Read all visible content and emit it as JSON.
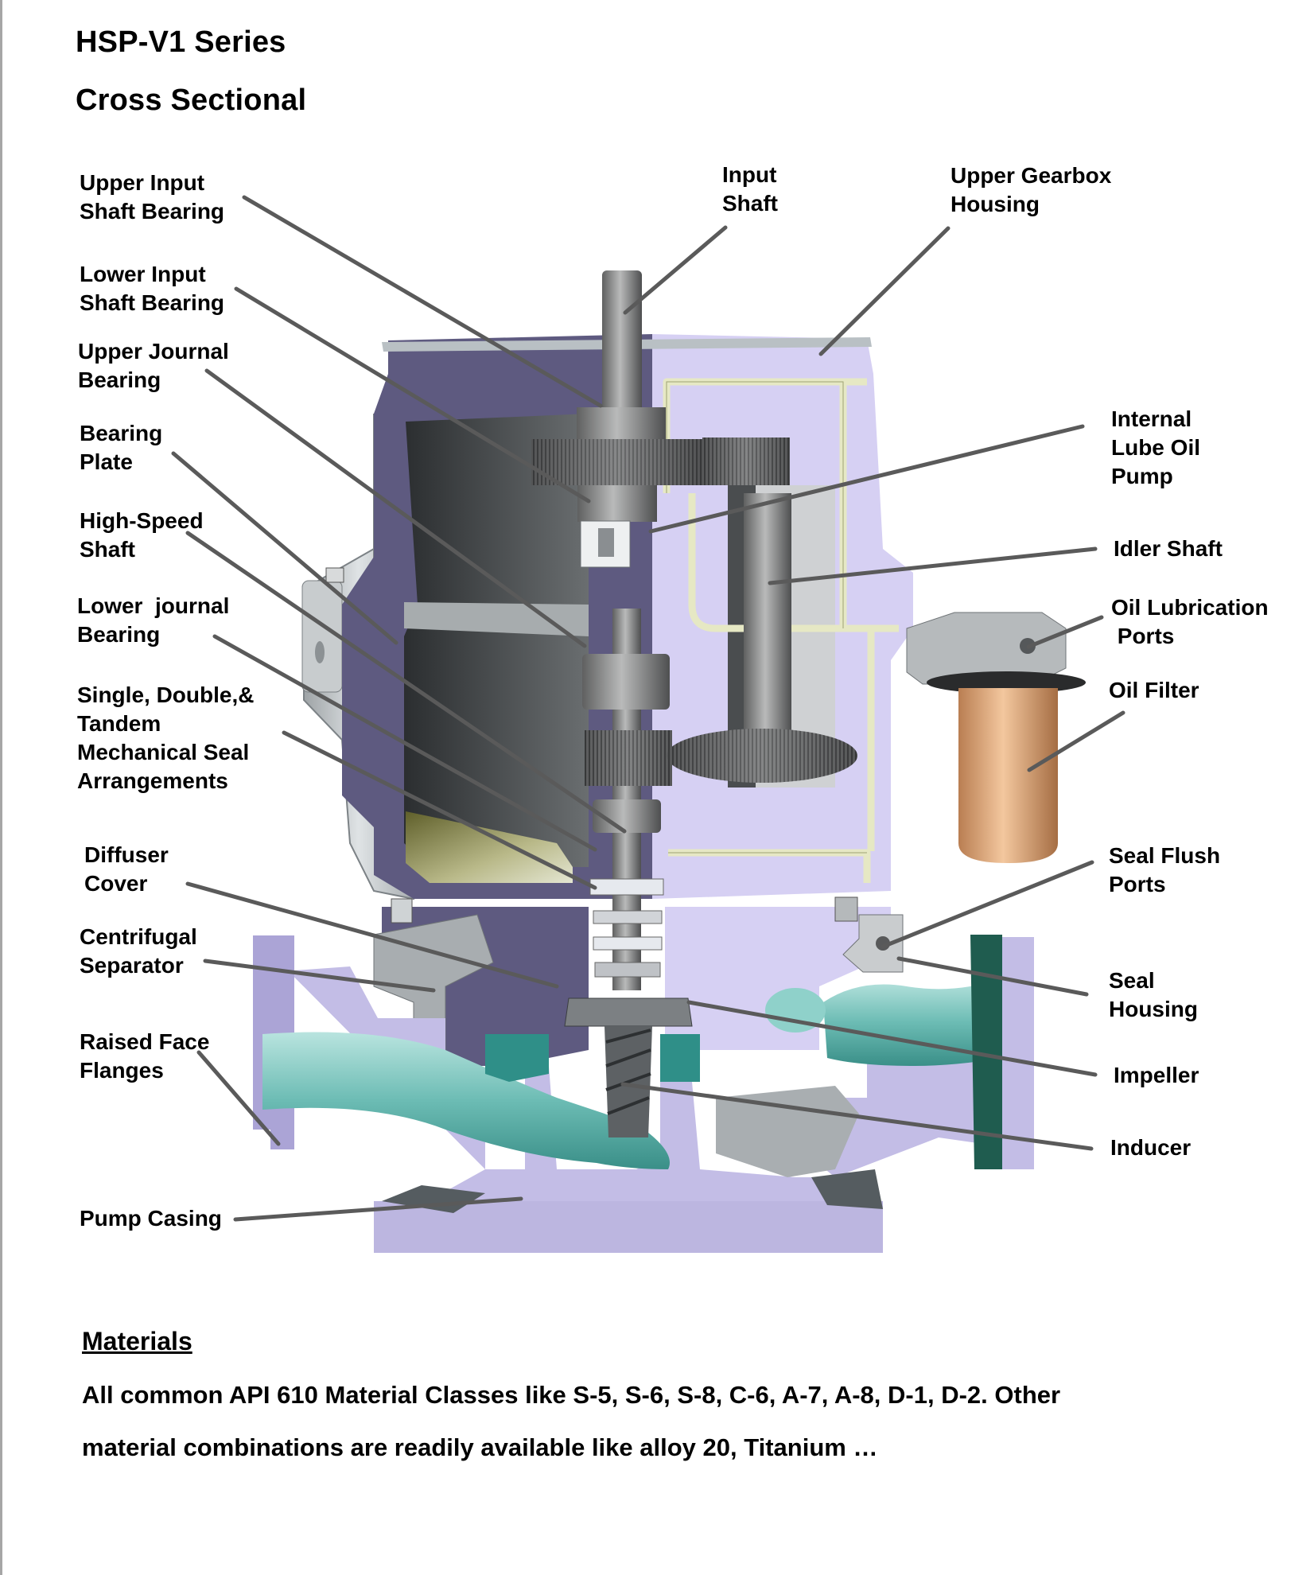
{
  "header": {
    "title_line1": "HSP-V1 Series",
    "title_line2": "Cross Sectional"
  },
  "diagram": {
    "subject": "vertical high-speed centrifugal pump cross-section",
    "colors": {
      "casing_section": "#c3bde6",
      "gearbox_section_dark": "#5e5a80",
      "fluid_passage": "#6fc3bb",
      "shaft_metal": "#8f9090",
      "lube_tubing": "#e6e8c4",
      "oil_filter": "#e2a978",
      "leader_line": "#5a5a5a"
    },
    "labels_left": [
      {
        "id": "upper-input-shaft-bearing",
        "text": "Upper Input\nShaft Bearing"
      },
      {
        "id": "lower-input-shaft-bearing",
        "text": "Lower Input\nShaft Bearing"
      },
      {
        "id": "upper-journal-bearing",
        "text": "Upper Journal\nBearing"
      },
      {
        "id": "bearing-plate",
        "text": "Bearing\nPlate"
      },
      {
        "id": "high-speed-shaft",
        "text": "High-Speed\nShaft"
      },
      {
        "id": "lower-journal-bearing",
        "text": "Lower  journal\nBearing"
      },
      {
        "id": "mechanical-seal-arrangements",
        "text": "Single, Double,&\nTandem\nMechanical Seal\nArrangements"
      },
      {
        "id": "diffuser-cover",
        "text": "Diffuser\nCover"
      },
      {
        "id": "centrifugal-separator",
        "text": "Centrifugal\nSeparator"
      },
      {
        "id": "raised-face-flanges",
        "text": "Raised Face\nFlanges"
      },
      {
        "id": "pump-casing",
        "text": "Pump Casing"
      }
    ],
    "labels_top": [
      {
        "id": "input-shaft",
        "text": "Input\nShaft"
      },
      {
        "id": "upper-gearbox-housing",
        "text": "Upper Gearbox\nHousing"
      }
    ],
    "labels_right": [
      {
        "id": "internal-lube-oil-pump",
        "text": "Internal\nLube Oil\nPump"
      },
      {
        "id": "idler-shaft",
        "text": "Idler Shaft"
      },
      {
        "id": "oil-lubrication-ports",
        "text": "Oil Lubrication\n Ports"
      },
      {
        "id": "oil-filter",
        "text": "Oil Filter"
      },
      {
        "id": "seal-flush-ports",
        "text": "Seal Flush\nPorts"
      },
      {
        "id": "seal-housing",
        "text": "Seal\nHousing"
      },
      {
        "id": "impeller",
        "text": "Impeller"
      },
      {
        "id": "inducer",
        "text": "Inducer"
      }
    ]
  },
  "materials": {
    "heading": "Materials",
    "line1": "All common API 610 Material Classes like S-5, S-6, S-8, C-6, A-7, A-8, D-1, D-2. Other",
    "line2": "material combinations are readily available like alloy 20, Titanium …"
  }
}
